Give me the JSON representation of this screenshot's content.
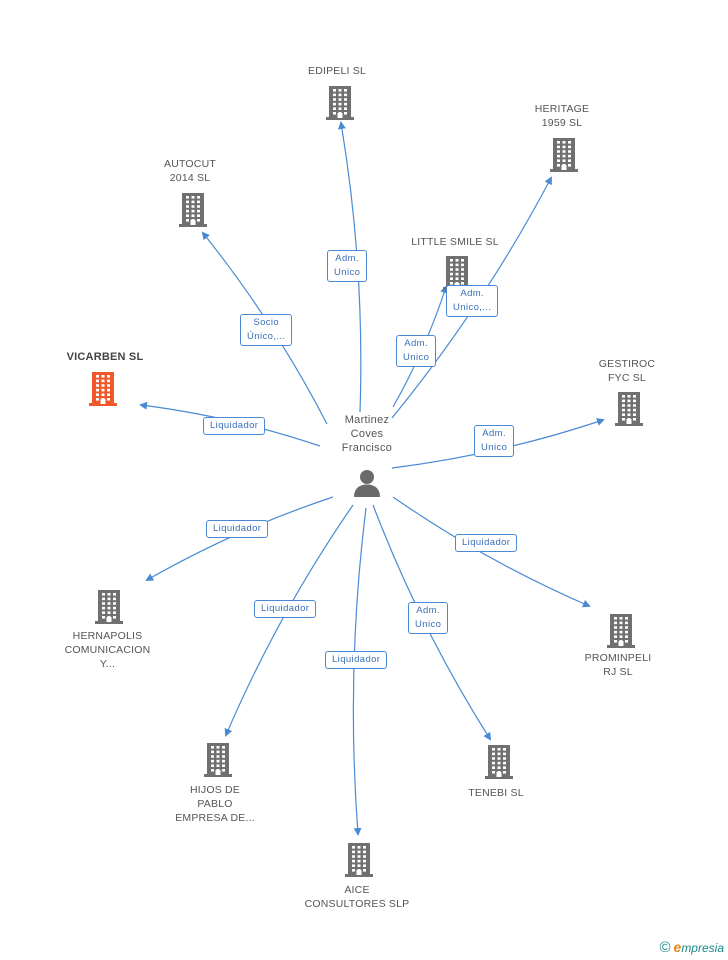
{
  "colors": {
    "edge": "#4a8ad4",
    "building": "#707070",
    "highlight": "#f0582a",
    "person": "#6a6a6a"
  },
  "center": {
    "name": "Martinez\nCoves\nFrancisco",
    "icon": "person-icon"
  },
  "nodes": [
    {
      "id": "edipeli",
      "label": "EDIPELI SL",
      "icon": "building-icon"
    },
    {
      "id": "heritage",
      "label": "HERITAGE\n1959  SL",
      "icon": "building-icon"
    },
    {
      "id": "autocut",
      "label": "AUTOCUT\n2014  SL",
      "icon": "building-icon"
    },
    {
      "id": "little-smile",
      "label": "LITTLE SMILE SL",
      "icon": "building-icon"
    },
    {
      "id": "vicarben",
      "label": "VICARBEN SL",
      "icon": "building-icon",
      "highlight": true
    },
    {
      "id": "gestiroc",
      "label": "GESTIROC\nFYC  SL",
      "icon": "building-icon"
    },
    {
      "id": "hernapolis",
      "label": "HERNAPOLIS\nCOMUNICACION\nY...",
      "icon": "building-icon"
    },
    {
      "id": "prominpeli",
      "label": "PROMINPELI\nRJ SL",
      "icon": "building-icon"
    },
    {
      "id": "hijos",
      "label": "HIJOS DE\nPABLO\nEMPRESA DE...",
      "icon": "building-icon"
    },
    {
      "id": "tenebi",
      "label": "TENEBI SL",
      "icon": "building-icon"
    },
    {
      "id": "aice",
      "label": "AICE\nCONSULTORES SLP",
      "icon": "building-icon"
    }
  ],
  "edges": [
    {
      "to": "edipeli",
      "label": "Adm.\nUnico"
    },
    {
      "to": "heritage",
      "label": "Adm.\nUnico,..."
    },
    {
      "to": "autocut",
      "label": "Socio\nÚnico,..."
    },
    {
      "to": "little-smile",
      "label": "Adm.\nUnico"
    },
    {
      "to": "vicarben",
      "label": "Liquidador"
    },
    {
      "to": "gestiroc",
      "label": "Adm.\nUnico"
    },
    {
      "to": "hernapolis",
      "label": "Liquidador"
    },
    {
      "to": "prominpeli",
      "label": "Liquidador"
    },
    {
      "to": "hijos",
      "label": "Liquidador"
    },
    {
      "to": "tenebi",
      "label": "Adm.\nUnico"
    },
    {
      "to": "aice",
      "label": "Liquidador"
    }
  ],
  "brand": {
    "copyright": "©",
    "e": "e",
    "rest": "mpresia"
  }
}
